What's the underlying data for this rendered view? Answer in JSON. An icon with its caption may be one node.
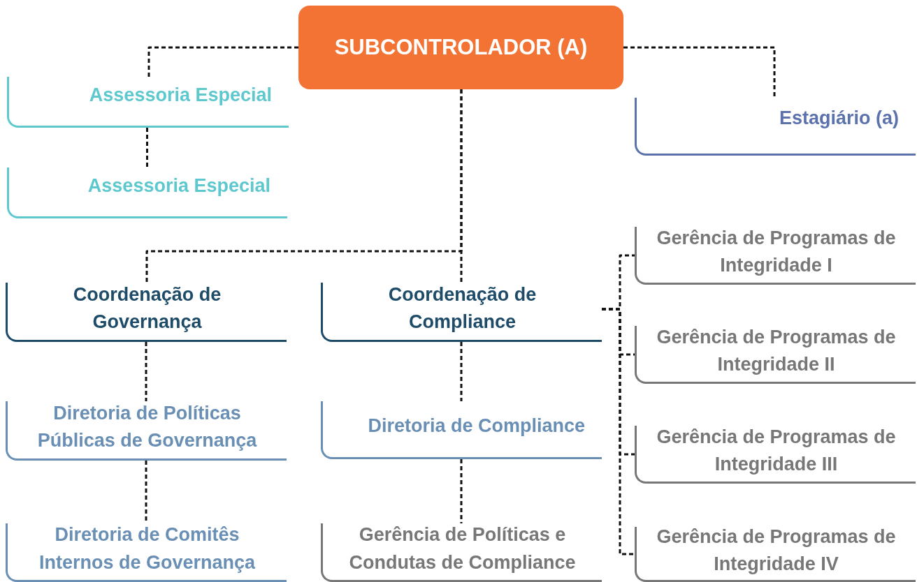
{
  "diagram": {
    "nodes": [
      {
        "text": [
          "SUBCONTROLADOR (A)"
        ]
      },
      {
        "text": [
          "Assessoria Especial"
        ]
      },
      {
        "text": [
          "Assessoria Especial"
        ]
      },
      {
        "text": [
          "Estagiário (a)"
        ]
      },
      {
        "text": [
          "Coordenação de Governança"
        ]
      },
      {
        "text": [
          "Coordenação de Compliance"
        ]
      },
      {
        "text": [
          "Gerência de Programas de Integridade I"
        ]
      },
      {
        "text": [
          "Gerência de Programas de Integridade II"
        ]
      },
      {
        "text": [
          "Gerência de Programas de Integridade III"
        ]
      },
      {
        "text": [
          "Gerência de Programas de Integridade IV"
        ]
      },
      {
        "text": [
          "Diretoria de Políticas Públicas de Governança"
        ]
      },
      {
        "text": [
          "Diretoria de Compliance"
        ]
      },
      {
        "text": [
          "Diretoria de Comitês Internos de Governança"
        ]
      },
      {
        "text": [
          "Gerência de Políticas e Condutas de Compliance"
        ]
      }
    ],
    "edges": [
      {
        "from": 0,
        "to": 1,
        "arrow": "none",
        "style": "dashed"
      },
      {
        "from": 1,
        "to": 2,
        "arrow": "none",
        "style": "dashed"
      },
      {
        "from": 0,
        "to": 3,
        "arrow": "none",
        "style": "dashed"
      },
      {
        "from": 0,
        "to": 4,
        "arrow": "none",
        "style": "dashed"
      },
      {
        "from": 0,
        "to": 5,
        "arrow": "none",
        "style": "dashed"
      },
      {
        "from": 5,
        "to": 6,
        "arrow": "none",
        "style": "dashed"
      },
      {
        "from": 5,
        "to": 7,
        "arrow": "none",
        "style": "dashed"
      },
      {
        "from": 5,
        "to": 8,
        "arrow": "none",
        "style": "dashed"
      },
      {
        "from": 5,
        "to": 9,
        "arrow": "none",
        "style": "dashed"
      },
      {
        "from": 4,
        "to": 10,
        "arrow": "none",
        "style": "dashed"
      },
      {
        "from": 10,
        "to": 12,
        "arrow": "none",
        "style": "dashed"
      },
      {
        "from": 5,
        "to": 11,
        "arrow": "none",
        "style": "dashed"
      },
      {
        "from": 11,
        "to": 13,
        "arrow": "none",
        "style": "dashed"
      }
    ]
  }
}
